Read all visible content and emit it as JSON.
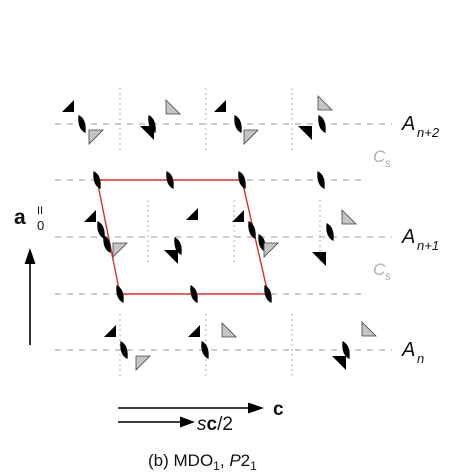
{
  "layers": {
    "top": {
      "base": "A",
      "sub": "n+2"
    },
    "middle": {
      "base": "A",
      "sub": "n+1"
    },
    "bottom": {
      "base": "A",
      "sub": "n"
    }
  },
  "interlayer": {
    "upper": {
      "base": "C",
      "sub": "s"
    },
    "lower": {
      "base": "C",
      "sub": "s"
    }
  },
  "axis_a": {
    "base": "a",
    "sup": "II",
    "sub": "0"
  },
  "vector_sc": {
    "prefix": "s",
    "bold": "c",
    "suffix": "/2"
  },
  "vector_c": {
    "bold": "c"
  },
  "caption": {
    "prefix": "(b) MDO",
    "sub1": "1",
    "middle": ", ",
    "italic": "P",
    "tail": "2",
    "sub2": "1"
  },
  "colors": {
    "cell": "#d6302a",
    "gray_triangle": "#bdbdbd",
    "black": "#000000",
    "grid": "#9a9a9a"
  }
}
